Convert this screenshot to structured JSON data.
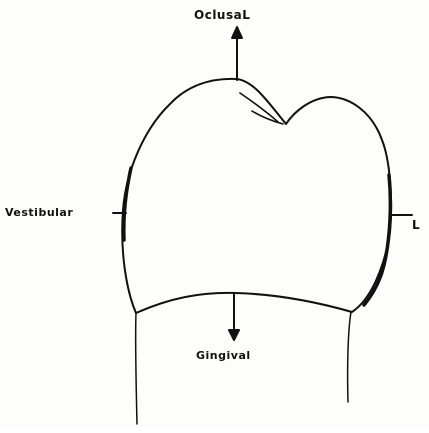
{
  "labels": {
    "occlusal": "OclusaL",
    "vestibular": "Vestibular",
    "lingual": "L",
    "gingival": "Gingival"
  },
  "colors": {
    "stroke": "#111111",
    "paper": "#fdfdfc"
  }
}
